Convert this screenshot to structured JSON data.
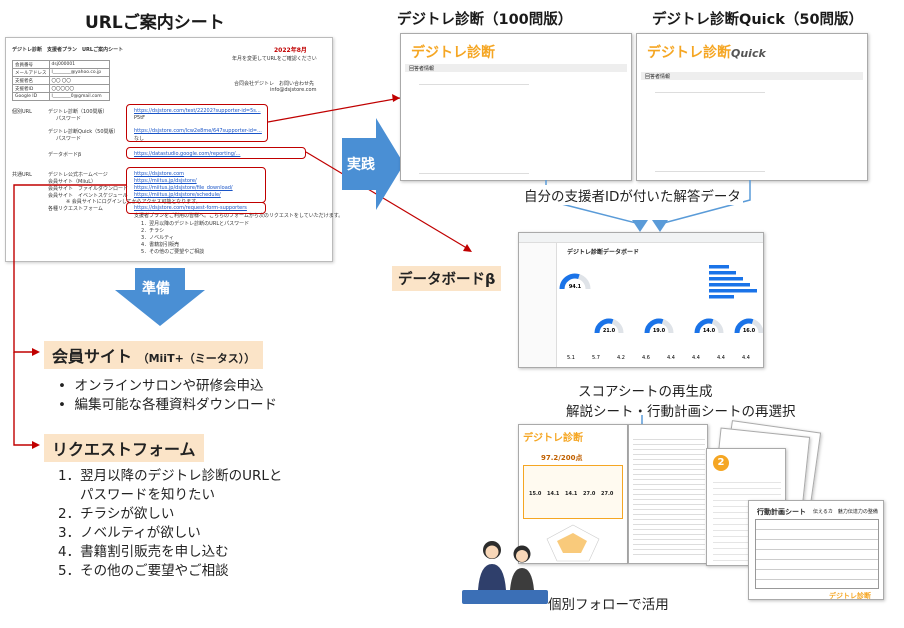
{
  "left": {
    "title": "URLご案内シート",
    "sheet": {
      "header_left": "デジトレ診断　支援者プラン　URLご案内シート",
      "header_date": "2022年8月",
      "header_note": "年月を変更してURLをご確認ください",
      "table_labels": [
        "会員番号",
        "メールアドレス",
        "支援者名",
        "支援者ID",
        "Google ID"
      ],
      "table_values": [
        "dsj000001",
        "l________@yahoo.co.jp",
        "〇〇 〇〇",
        "〇〇〇〇〇",
        "l________0@gmail.com"
      ],
      "company": "合同会社デジトレ　お問い合わせ先",
      "company_email": "info@dsjstore.com",
      "section_personal": "個別URL",
      "row1_label": "デジトレ診断（100問版）",
      "row1_sub": "パスワード",
      "row1_url": "https://dsjstore.com/test/22202?supporter-id=5s...",
      "row1_pw": "P5tF",
      "row2_label": "デジトレ診断Quick（50問版）",
      "row2_sub": "パスワード",
      "row2_url": "https://dsjstore.com/lcw2e8me/647supporter-id=...",
      "row2_pw": "なし",
      "row3_label": "データボードβ",
      "row3_url": "https://datastudio.google.com/reporting/...",
      "section_common": "共通URL",
      "common_labels": [
        "デジトレ公式ホームページ",
        "会員サイト（MiiuL）",
        "会員サイト　ファイルダウンロード",
        "会員サイト　イベントスケジュール",
        "各種リクエストフォーム"
      ],
      "common_urls": [
        "https://dsjstore.com",
        "https://miitus.jp/dsjstore/",
        "https://miitus.jp/dsjstore/file_download/",
        "https://miitus.jp/dsjstore/schedule/",
        "https://dsjstore.com/request-form-supporters"
      ],
      "common_note": "※ 会員サイトにログインしてからアクセス可能となります。",
      "request_note": "支援者プランをご利用の皆様へ。こちらのフォームから次のリクエストをしていただけます。",
      "request_items": [
        "1．翌月以降のデジトレ診断のURLとパスワード",
        "2．チラシ",
        "3．ノベルティ",
        "4．書籍割引販売",
        "5．その他のご要望やご相談"
      ]
    },
    "prep_label": "準備",
    "member_heading": "会員サイト",
    "member_sub": "（MiiT+（ミータス））",
    "member_bullets": [
      "オンラインサロンや研修会申込",
      "編集可能な各種資料ダウンロード"
    ],
    "request_heading": "リクエストフォーム",
    "request_items": [
      {
        "num": "1．",
        "text": "翌月以降のデジトレ診断のURLと",
        "text2": "パスワードを知りたい"
      },
      {
        "num": "2．",
        "text": "チラシが欲しい"
      },
      {
        "num": "3．",
        "text": "ノベルティが欲しい"
      },
      {
        "num": "4．",
        "text": "書籍割引販売を申し込む"
      },
      {
        "num": "5．",
        "text": "その他のご要望やご相談"
      }
    ]
  },
  "center": {
    "practice_label": "実践"
  },
  "right": {
    "title_100": "デジトレ診断（100問版）",
    "title_quick": "デジトレ診断Quick（50問版）",
    "logo_text": "デジトレ診断",
    "logo_quick": "Quick",
    "form_header": "回答者情報",
    "answer_caption": "自分の支援者IDが付いた解答データ",
    "databoard_label": "データボードβ",
    "databoard_title": "デジトレ診断データボード",
    "gauge_values": [
      "94.1",
      "21.0",
      "19.0",
      "14.0",
      "16.0"
    ],
    "stat_values": [
      "5.1",
      "5.7",
      "4.2",
      "4.6",
      "4.4",
      "4.4",
      "4.4",
      "4.4"
    ],
    "score_caption_1": "スコアシートの再生成",
    "score_caption_2": "解説シート・行動計画シートの再選択",
    "score_total": "97.2/200点",
    "score_values": [
      "15.0",
      "14.1",
      "14.1",
      "27.0",
      "27.0"
    ],
    "plan_title": "行動計画シート",
    "plan_sub": "伝えるカ　魅力伝達力の整備",
    "follow_caption": "個別フォローで活用"
  },
  "colors": {
    "arrow_blue": "#4a8fd4",
    "red": "#c00000",
    "highlight": "#fbe4c8",
    "logo_orange": "#f5a623"
  }
}
